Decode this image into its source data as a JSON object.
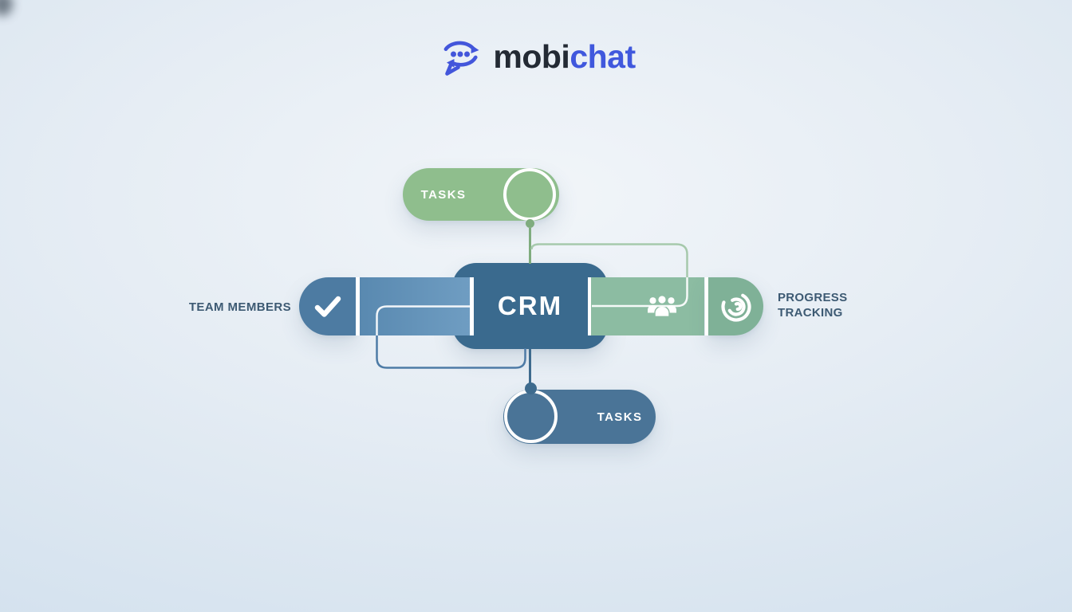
{
  "logo": {
    "brand_prefix": "mobi",
    "brand_suffix": "chat",
    "icon": "chat-bubble-sync-icon"
  },
  "diagram": {
    "center_node": {
      "label": "CRM"
    },
    "top_tasks_node": {
      "label": "TASKS"
    },
    "bottom_tasks_node": {
      "label": "TASKS"
    },
    "team_members": {
      "label": "TEAM MEMBERS",
      "icon": "check-icon"
    },
    "progress_tracking": {
      "label_line1": "PROGRESS",
      "label_line2": "TRACKING",
      "icons": [
        "team-group-icon",
        "progress-rings-icon"
      ]
    },
    "connections": [
      "top-tasks-to-crm",
      "crm-elbow-to-team-group",
      "team-bar-elbow-to-crm-bottom",
      "crm-to-bottom-tasks"
    ]
  },
  "colors": {
    "background_center": "#f1f5f9",
    "background_edge": "#d3e1ee",
    "green_pill": "#8fbe8d",
    "green_connector": "#a6c9ac",
    "sage_bar": "#8cbca2",
    "sage_bar_dark": "#7fb197",
    "crm_blue": "#3a6a8e",
    "bottom_pill_blue": "#4a7497",
    "team_bar_blue": "#4d7ba2",
    "team_bar_blue_light": "#6f9dc2",
    "blue_connector": "#4e7ba6",
    "label_text": "#3d5a73",
    "brand_dark": "#232a34",
    "brand_accent": "#4058dd",
    "white": "#ffffff"
  }
}
